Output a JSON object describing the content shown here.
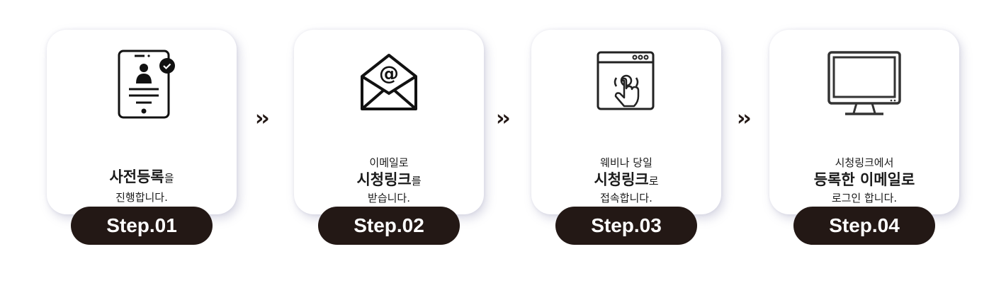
{
  "separator": "››",
  "steps": [
    {
      "label": "Step.01",
      "icon": "tablet-profile-check-icon",
      "lines": [
        [
          {
            "t": "사전등록",
            "b": true
          },
          {
            "t": "을",
            "b": false
          }
        ],
        [
          {
            "t": "진행합니다.",
            "b": false
          }
        ]
      ]
    },
    {
      "label": "Step.02",
      "icon": "email-envelope-icon",
      "lines": [
        [
          {
            "t": "이메일로",
            "b": false
          }
        ],
        [
          {
            "t": "시청링크",
            "b": true
          },
          {
            "t": "를",
            "b": false
          }
        ],
        [
          {
            "t": "받습니다.",
            "b": false
          }
        ]
      ]
    },
    {
      "label": "Step.03",
      "icon": "browser-click-icon",
      "lines": [
        [
          {
            "t": "웨비나 당일",
            "b": false
          }
        ],
        [
          {
            "t": "시청링크",
            "b": true
          },
          {
            "t": "로",
            "b": false
          }
        ],
        [
          {
            "t": "접속합니다.",
            "b": false
          }
        ]
      ]
    },
    {
      "label": "Step.04",
      "icon": "monitor-icon",
      "lines": [
        [
          {
            "t": "시청링크에서",
            "b": false
          }
        ],
        [
          {
            "t": "등록한 이메일로",
            "b": true
          }
        ],
        [
          {
            "t": "로그인 합니다.",
            "b": false
          }
        ]
      ]
    }
  ]
}
